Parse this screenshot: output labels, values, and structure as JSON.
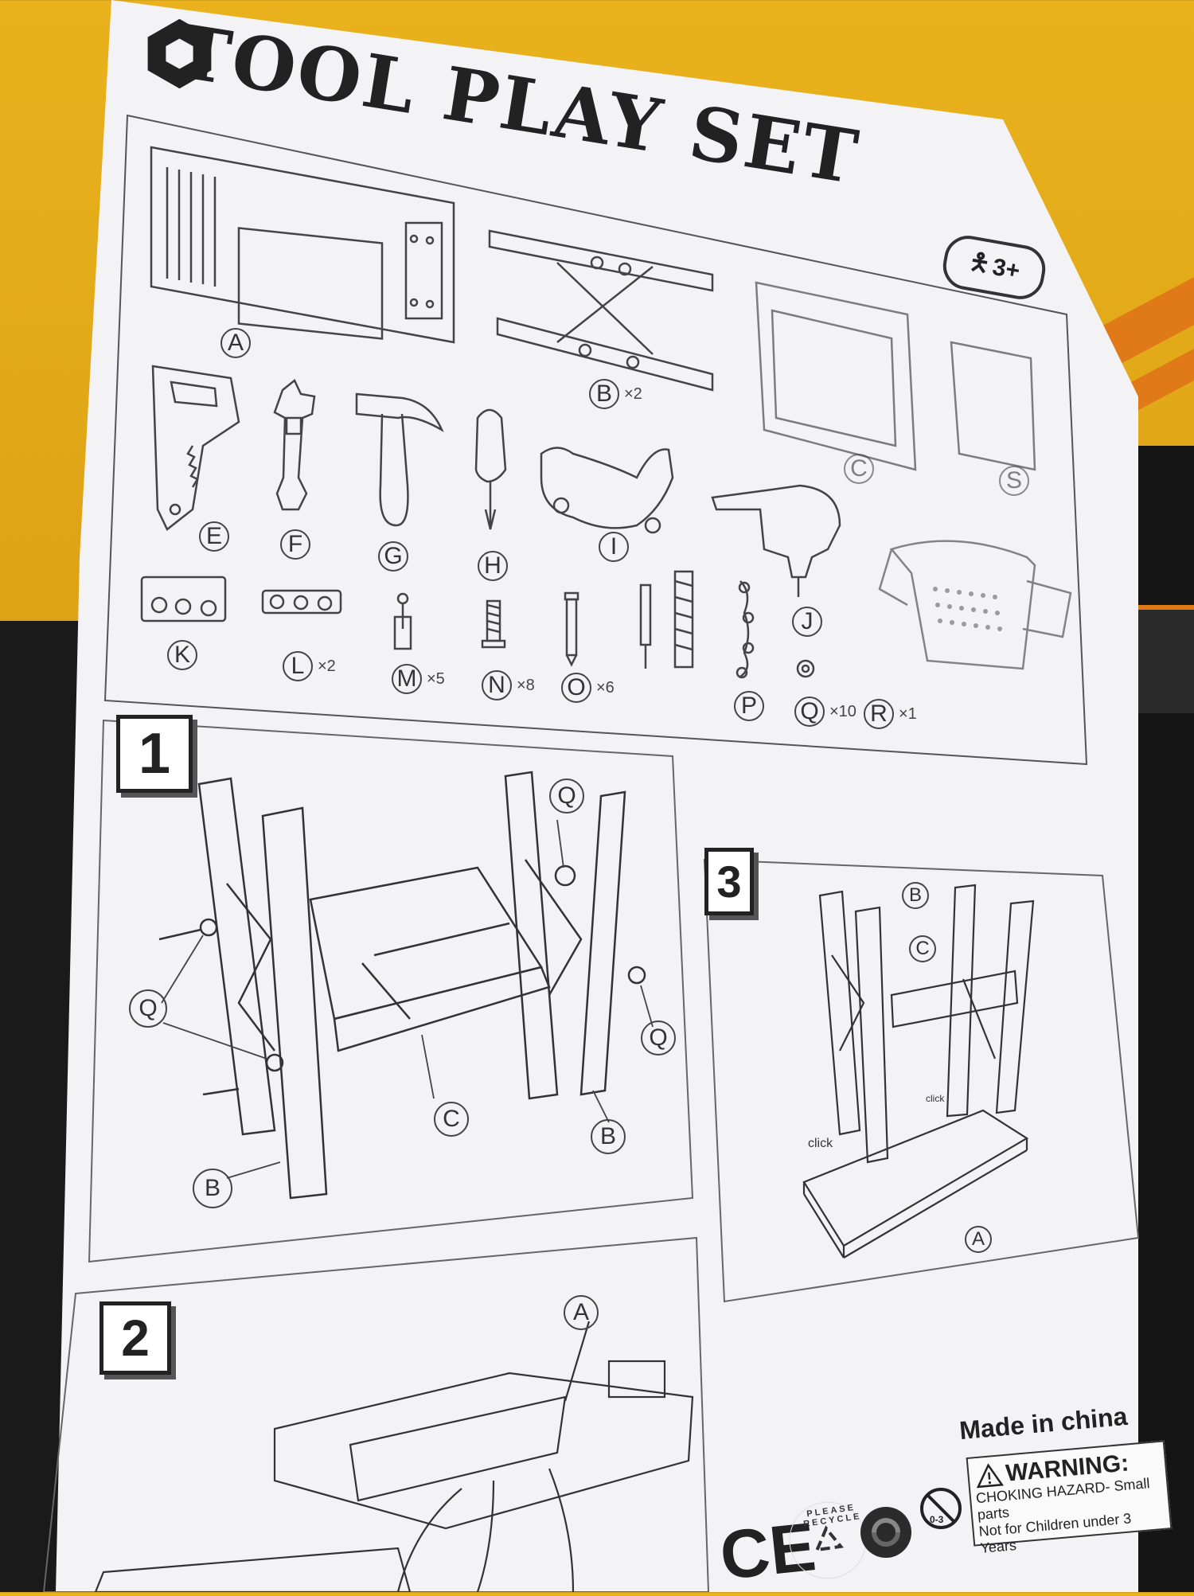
{
  "title": "TOOL PLAY SET",
  "age_badge": "3+",
  "parts": [
    {
      "letter": "A",
      "qty": ""
    },
    {
      "letter": "B",
      "qty": "×2"
    },
    {
      "letter": "C",
      "qty": ""
    },
    {
      "letter": "S",
      "qty": ""
    },
    {
      "letter": "E",
      "qty": ""
    },
    {
      "letter": "F",
      "qty": ""
    },
    {
      "letter": "G",
      "qty": ""
    },
    {
      "letter": "H",
      "qty": ""
    },
    {
      "letter": "I",
      "qty": ""
    },
    {
      "letter": "J",
      "qty": ""
    },
    {
      "letter": "K",
      "qty": ""
    },
    {
      "letter": "L",
      "qty": "×2"
    },
    {
      "letter": "M",
      "qty": "×5"
    },
    {
      "letter": "N",
      "qty": "×8"
    },
    {
      "letter": "O",
      "qty": "×6"
    },
    {
      "letter": "P",
      "qty": ""
    },
    {
      "letter": "Q",
      "qty": "×10"
    },
    {
      "letter": "R",
      "qty": "×1"
    }
  ],
  "steps": [
    "1",
    "2",
    "3"
  ],
  "step1_callouts": [
    "Q",
    "Q",
    "Q",
    "C",
    "B",
    "B"
  ],
  "step2_callouts": [
    "A"
  ],
  "step3_callouts": [
    "B",
    "C",
    "A"
  ],
  "click_labels": [
    "click",
    "click"
  ],
  "made_in": "Made in china",
  "warning": {
    "heading": "WARNING:",
    "line1": "CHOKING HAZARD- Small parts",
    "line2": "Not for Children under 3 Years"
  },
  "ce_mark": "CE",
  "recycle_text": "PLEASE RECYCLE",
  "age_icon_label": "0-3"
}
